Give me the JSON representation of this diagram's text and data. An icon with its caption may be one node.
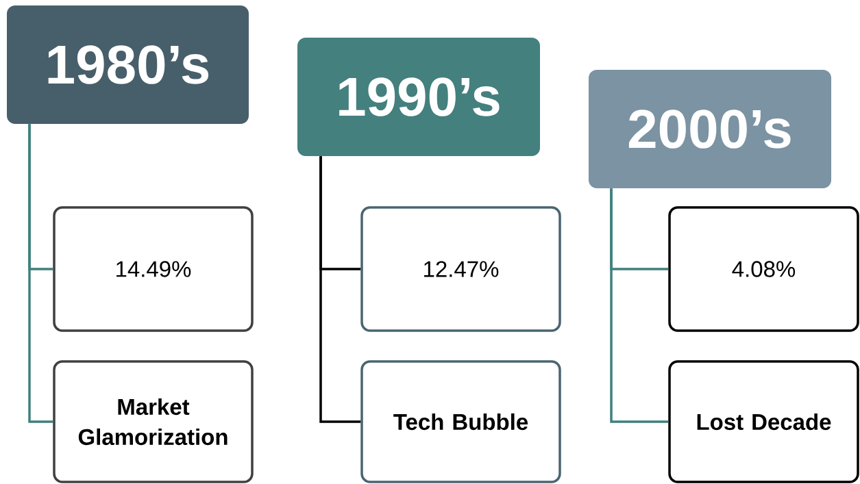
{
  "diagram": {
    "nodes": [
      {
        "text": [
          "1980’s"
        ]
      },
      {
        "text": [
          "14.49%"
        ]
      },
      {
        "text": [
          "**Market Glamorization**"
        ]
      },
      {
        "text": [
          "1990’s"
        ]
      },
      {
        "text": [
          "12.47%"
        ]
      },
      {
        "text": [
          "**Tech Bubble**"
        ]
      },
      {
        "text": [
          "2000’s"
        ]
      },
      {
        "text": [
          "4.08%"
        ]
      },
      {
        "text": [
          "**Lost Decade**"
        ]
      }
    ],
    "edges": [
      {
        "from": 0,
        "to": 1,
        "arrow": "none"
      },
      {
        "from": 0,
        "to": 2,
        "arrow": "none"
      },
      {
        "from": 3,
        "to": 4,
        "arrow": "none",
        "color": "#000000"
      },
      {
        "from": 3,
        "to": 5,
        "arrow": "none",
        "color": "#000000"
      },
      {
        "from": 6,
        "to": 7,
        "arrow": "none"
      },
      {
        "from": 6,
        "to": 8,
        "arrow": "none"
      }
    ]
  }
}
